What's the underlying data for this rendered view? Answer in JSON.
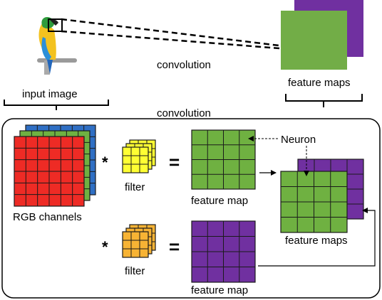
{
  "labels": {
    "input_image": "input image",
    "convolution_top": "convolution",
    "feature_maps_top": "feature maps",
    "convolution_box_title": "convolution",
    "rgb_channels": "RGB channels",
    "filter_1": "filter",
    "filter_2": "filter",
    "feature_map_1": "feature map",
    "feature_map_2": "feature map",
    "feature_maps_stack": "feature maps",
    "neuron": "Neuron",
    "op_multiply_1": "*",
    "op_multiply_2": "*",
    "op_equals_1": "=",
    "op_equals_2": "="
  },
  "colors": {
    "red": "#ee2b25",
    "green": "#6fb141",
    "green_top": "#72ad47",
    "blue": "#2f6fc4",
    "purple": "#7030a0",
    "yellow": "#ffff33",
    "orange": "#f7b334",
    "grid_line": "#1a1a1a"
  },
  "icons": {
    "parrot": "parrot-image"
  }
}
